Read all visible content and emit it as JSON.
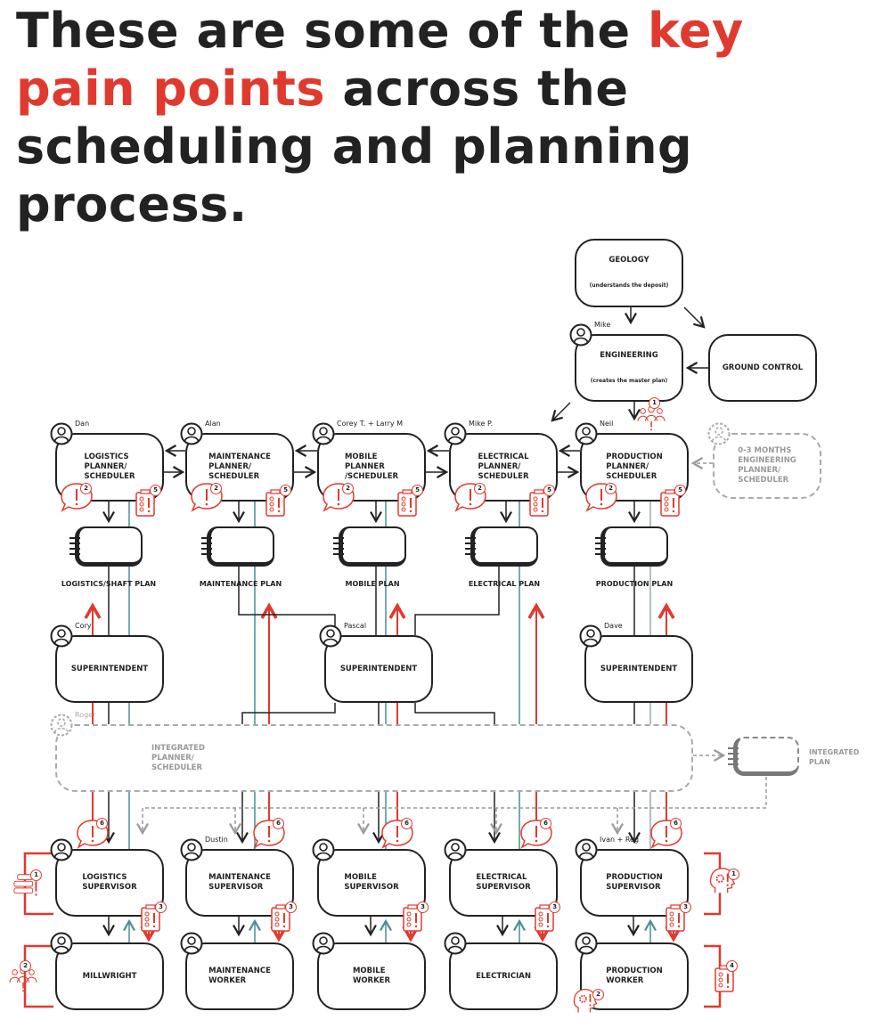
{
  "title": {
    "part1": "These are some of the ",
    "highlight1": "key pain points",
    "part2": " across the scheduling and planning process."
  },
  "colors": {
    "accent": "#e03a2f",
    "teal": "#4a8f93",
    "ink": "#222222",
    "muted": "#999999"
  },
  "nodes": [
    {
      "id": "geology",
      "label": "GEOLOGY",
      "sublabel": "(understands the deposit)"
    },
    {
      "id": "engineering",
      "label": "ENGINEERING",
      "sublabel": "(creates the master plan)",
      "person": "Mike"
    },
    {
      "id": "ground_control",
      "label": "GROUND CONTROL"
    },
    {
      "id": "logistics_planner",
      "label": "LOGISTICS\nPLANNER/\nSCHEDULER",
      "person": "Dan"
    },
    {
      "id": "maintenance_planner",
      "label": "MAINTENANCE\nPLANNER/\nSCHEDULER",
      "person": "Alan"
    },
    {
      "id": "mobile_planner",
      "label": "MOBILE\nPLANNER\n/SCHEDULER",
      "person": "Corey T. + Larry M"
    },
    {
      "id": "electrical_planner",
      "label": "ELECTRICAL\nPLANNER/\nSCHEDULER",
      "person": "Mike P."
    },
    {
      "id": "production_planner",
      "label": "PRODUCTION\nPLANNER/\nSCHEDULER",
      "person": "Neil"
    },
    {
      "id": "engineering_planner",
      "label": "0-3 MONTHS\nENGINEERING\nPLANNER/\nSCHEDULER"
    },
    {
      "id": "superintendent_1",
      "label": "SUPERINTENDENT",
      "person": "Cory"
    },
    {
      "id": "superintendent_2",
      "label": "SUPERINTENDENT",
      "person": "Pascal"
    },
    {
      "id": "superintendent_3",
      "label": "SUPERINTENDENT",
      "person": "Dave"
    },
    {
      "id": "integrated_planner",
      "label": "INTEGRATED\nPLANNER/\nSCHEDULER",
      "person": "Roger"
    },
    {
      "id": "logistics_supervisor",
      "label": "LOGISTICS\nSUPERVISOR"
    },
    {
      "id": "maintenance_supervisor",
      "label": "MAINTENANCE\nSUPERVISOR",
      "person": "Dustin"
    },
    {
      "id": "mobile_supervisor",
      "label": "MOBILE\nSUPERVISOR"
    },
    {
      "id": "electrical_supervisor",
      "label": "ELECTRICAL\nSUPERVISOR"
    },
    {
      "id": "production_supervisor",
      "label": "PRODUCTION\nSUPERVISOR",
      "person": "Ivan + Reg"
    },
    {
      "id": "millwright",
      "label": "MILLWRIGHT"
    },
    {
      "id": "maintenance_worker",
      "label": "MAINTENANCE\nWORKER"
    },
    {
      "id": "mobile_worker",
      "label": "MOBILE\nWORKER"
    },
    {
      "id": "electrician",
      "label": "ELECTRICIAN"
    },
    {
      "id": "production_worker",
      "label": "PRODUCTION\nWORKER"
    }
  ],
  "plans": [
    {
      "id": "logistics_plan",
      "label": "LOGISTICS/SHAFT PLAN"
    },
    {
      "id": "maintenance_plan",
      "label": "MAINTENANCE PLAN"
    },
    {
      "id": "mobile_plan",
      "label": "MOBILE PLAN"
    },
    {
      "id": "electrical_plan",
      "label": "ELECTRICAL  PLAN"
    },
    {
      "id": "production_plan",
      "label": "PRODUCTION PLAN"
    },
    {
      "id": "integrated_plan",
      "label": "INTEGRATED\nPLAN"
    }
  ],
  "pain_points": [
    {
      "id": "eng_people",
      "type": "people",
      "badge": "1"
    },
    {
      "id": "p1_bubble",
      "type": "bubble",
      "badge": "2"
    },
    {
      "id": "p1_clip",
      "type": "clipboard",
      "badge": "5"
    },
    {
      "id": "p2_bubble",
      "type": "bubble",
      "badge": "2"
    },
    {
      "id": "p2_clip",
      "type": "clipboard",
      "badge": "5"
    },
    {
      "id": "p3_bubble",
      "type": "bubble",
      "badge": "2"
    },
    {
      "id": "p3_clip",
      "type": "clipboard",
      "badge": "5"
    },
    {
      "id": "p4_bubble",
      "type": "bubble",
      "badge": "2"
    },
    {
      "id": "p4_clip",
      "type": "clipboard",
      "badge": "5"
    },
    {
      "id": "p5_bubble",
      "type": "bubble",
      "badge": "2"
    },
    {
      "id": "p5_clip",
      "type": "clipboard",
      "badge": "5"
    },
    {
      "id": "s1_bubble",
      "type": "bubble",
      "badge": "6"
    },
    {
      "id": "s2_bubble",
      "type": "bubble",
      "badge": "6"
    },
    {
      "id": "s3_bubble",
      "type": "bubble",
      "badge": "6"
    },
    {
      "id": "s4_bubble",
      "type": "bubble",
      "badge": "6"
    },
    {
      "id": "s5_bubble",
      "type": "bubble",
      "badge": "6"
    },
    {
      "id": "s1_clip",
      "type": "clipboard",
      "badge": "3"
    },
    {
      "id": "s2_clip",
      "type": "clipboard",
      "badge": "3"
    },
    {
      "id": "s3_clip",
      "type": "clipboard",
      "badge": "3"
    },
    {
      "id": "s4_clip",
      "type": "clipboard",
      "badge": "3"
    },
    {
      "id": "s5_clip",
      "type": "clipboard",
      "badge": "3"
    },
    {
      "id": "sup_left_stack",
      "type": "stack",
      "badge": "1"
    },
    {
      "id": "worker_left_people",
      "type": "people",
      "badge": "2"
    },
    {
      "id": "sup_right_head",
      "type": "head",
      "badge": "1"
    },
    {
      "id": "worker_right_clip",
      "type": "clipboard",
      "badge": "4"
    },
    {
      "id": "prod_worker_head",
      "type": "head",
      "badge": "2"
    }
  ]
}
